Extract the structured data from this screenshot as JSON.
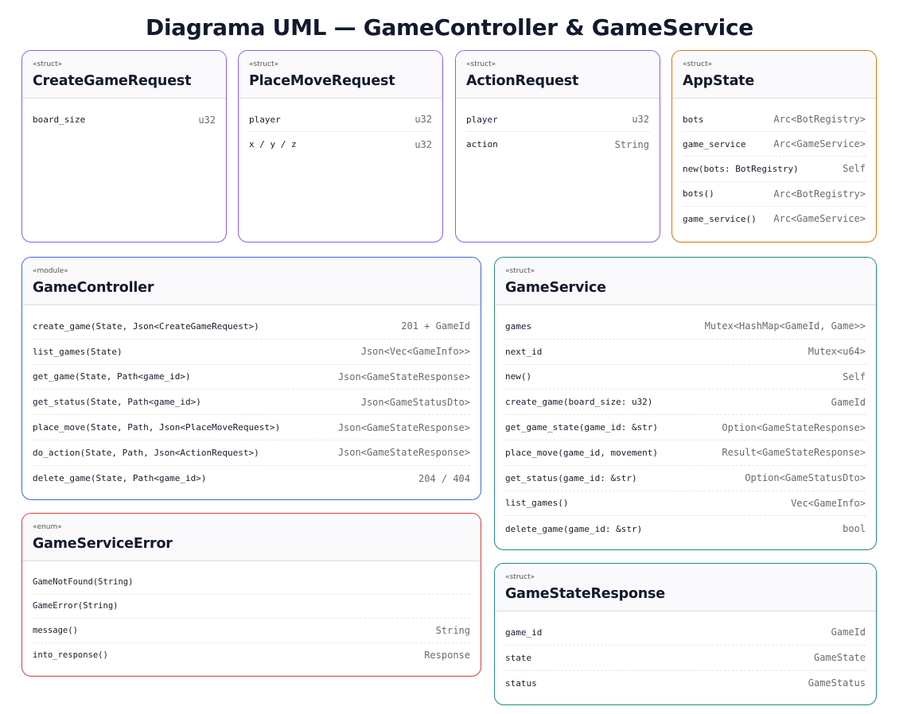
{
  "title": "Diagrama UML — GameController & GameService",
  "colors": {
    "struct_request": "#8b5cf6",
    "app_state": "#d97706",
    "module": "#3b67d9",
    "service": "#1f8a7e",
    "enum": "#dc3b3b"
  },
  "create_game_request": {
    "stereotype": "«struct»",
    "name": "CreateGameRequest",
    "members": [
      {
        "name": "board_size",
        "type": "u32"
      }
    ]
  },
  "place_move_request": {
    "stereotype": "«struct»",
    "name": "PlaceMoveRequest",
    "members": [
      {
        "name": "player",
        "type": "u32"
      },
      {
        "name": "x / y / z",
        "type": "u32"
      }
    ]
  },
  "action_request": {
    "stereotype": "«struct»",
    "name": "ActionRequest",
    "members": [
      {
        "name": "player",
        "type": "u32"
      },
      {
        "name": "action",
        "type": "String"
      }
    ]
  },
  "app_state": {
    "stereotype": "«struct»",
    "name": "AppState",
    "members": [
      {
        "name": "bots",
        "type": "Arc<BotRegistry>"
      },
      {
        "name": "game_service",
        "type": "Arc<GameService>"
      },
      {
        "name": "new(bots: BotRegistry)",
        "type": "Self"
      },
      {
        "name": "bots()",
        "type": "Arc<BotRegistry>"
      },
      {
        "name": "game_service()",
        "type": "Arc<GameService>"
      }
    ]
  },
  "game_controller": {
    "stereotype": "«module»",
    "name": "GameController",
    "members": [
      {
        "name": "create_game(State, Json<CreateGameRequest>)",
        "type": "201 + GameId"
      },
      {
        "name": "list_games(State)",
        "type": "Json<Vec<GameInfo>>"
      },
      {
        "name": "get_game(State, Path<game_id>)",
        "type": "Json<GameStateResponse>"
      },
      {
        "name": "get_status(State, Path<game_id>)",
        "type": "Json<GameStatusDto>"
      },
      {
        "name": "place_move(State, Path, Json<PlaceMoveRequest>)",
        "type": "Json<GameStateResponse>"
      },
      {
        "name": "do_action(State, Path, Json<ActionRequest>)",
        "type": "Json<GameStateResponse>"
      },
      {
        "name": "delete_game(State, Path<game_id>)",
        "type": "204 / 404"
      }
    ]
  },
  "game_service": {
    "stereotype": "«struct»",
    "name": "GameService",
    "members": [
      {
        "name": "games",
        "type": "Mutex<HashMap<GameId, Game>>"
      },
      {
        "name": "next_id",
        "type": "Mutex<u64>"
      },
      {
        "name": "new()",
        "type": "Self"
      },
      {
        "name": "create_game(board_size: u32)",
        "type": "GameId"
      },
      {
        "name": "get_game_state(game_id: &str)",
        "type": "Option<GameStateResponse>"
      },
      {
        "name": "place_move(game_id, movement)",
        "type": "Result<GameStateResponse>"
      },
      {
        "name": "get_status(game_id: &str)",
        "type": "Option<GameStatusDto>"
      },
      {
        "name": "list_games()",
        "type": "Vec<GameInfo>"
      },
      {
        "name": "delete_game(game_id: &str)",
        "type": "bool"
      }
    ]
  },
  "game_service_error": {
    "stereotype": "«enum»",
    "name": "GameServiceError",
    "members": [
      {
        "name": "GameNotFound(String)",
        "type": ""
      },
      {
        "name": "GameError(String)",
        "type": ""
      },
      {
        "name": "message()",
        "type": "String"
      },
      {
        "name": "into_response()",
        "type": "Response"
      }
    ]
  },
  "game_state_response": {
    "stereotype": "«struct»",
    "name": "GameStateResponse",
    "members": [
      {
        "name": "game_id",
        "type": "GameId"
      },
      {
        "name": "state",
        "type": "GameState"
      },
      {
        "name": "status",
        "type": "GameStatus"
      }
    ]
  }
}
